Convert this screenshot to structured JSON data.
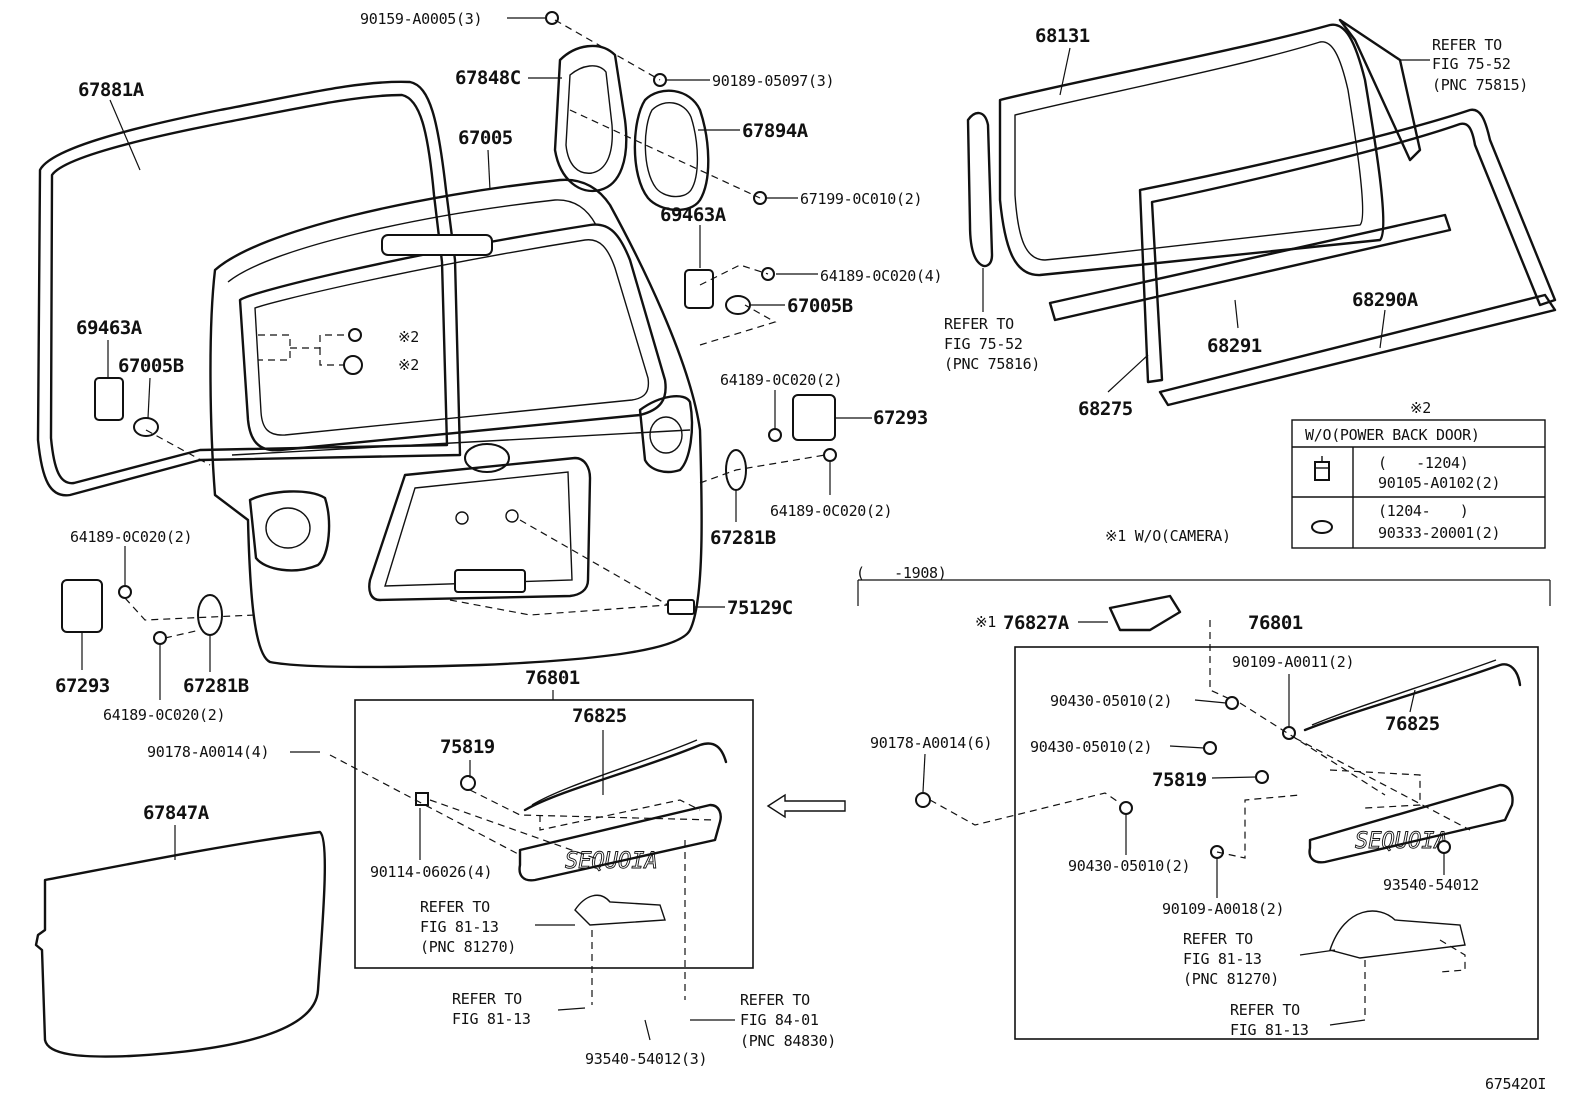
{
  "figure_code": "67542OI",
  "parts": {
    "p_90159": "90159-A0005(3)",
    "p_67848C": "67848C",
    "p_90189": "90189-05097(3)",
    "p_67894A": "67894A",
    "p_67199": "67199-0C010(2)",
    "p_67881A": "67881A",
    "p_67005": "67005",
    "p_69463A_r": "69463A",
    "p_64189_top": "64189-0C020(4)",
    "p_67005B_r": "67005B",
    "p_69463A_l": "69463A",
    "p_67005B_l": "67005B",
    "p_64189_mid": "64189-0C020(2)",
    "p_67293_r": "67293",
    "p_64189_mid2": "64189-0C020(2)",
    "p_67281B_r": "67281B",
    "p_64189_left": "64189-0C020(2)",
    "p_67293_l": "67293",
    "p_67281B_l": "67281B",
    "p_64189_bl": "64189-0C020(2)",
    "p_75129C": "75129C",
    "p_68131": "68131",
    "p_68291": "68291",
    "p_68290A": "68290A",
    "p_68275": "68275",
    "p_76801_l": "76801",
    "p_76825_l": "76825",
    "p_75819_l": "75819",
    "p_90178_l": "90178-A0014(4)",
    "p_90114": "90114-06026(4)",
    "p_67847A": "67847A",
    "p_93540_l": "93540-54012(3)",
    "p_76827A": "76827A",
    "p_76801_r": "76801",
    "p_90109_a": "90109-A0011(2)",
    "p_90430_1": "90430-05010(2)",
    "p_90430_2": "90430-05010(2)",
    "p_76825_r": "76825",
    "p_75819_r": "75819",
    "p_90178_r": "90178-A0014(6)",
    "p_90430_3": "90430-05010(2)",
    "p_93540_r": "93540-54012",
    "p_90109_b": "90109-A0018(2)"
  },
  "marks": {
    "note2": "※2",
    "note1": "※1"
  },
  "refs": {
    "fig7552_top": [
      "REFER TO",
      "FIG 75-52",
      "(PNC 75815)"
    ],
    "fig7552_left": [
      "REFER TO",
      "FIG 75-52",
      "(PNC 75816)"
    ],
    "fig8113_l": [
      "REFER TO",
      "FIG 81-13",
      "(PNC 81270)"
    ],
    "fig8113_lb": [
      "REFER TO",
      "FIG 81-13"
    ],
    "fig8401": [
      "REFER TO",
      "FIG 84-01",
      "(PNC 84830)"
    ],
    "fig8113_r": [
      "REFER TO",
      "FIG 81-13",
      "(PNC 81270)"
    ],
    "fig8113_rb": [
      "REFER TO",
      "FIG 81-13"
    ]
  },
  "notes": {
    "camera": "※1 W/O(CAMERA)",
    "period_bracket": "(　　-1908)"
  },
  "table": {
    "note": "※2",
    "header": "W/O(POWER BACK DOOR)",
    "rows": [
      {
        "icon": "bolt-icon",
        "period": "(　　-1204)",
        "part": "90105-A0102(2)"
      },
      {
        "icon": "oval-plug-icon",
        "period": "(1204-　　)",
        "part": "90333-20001(2)"
      }
    ]
  }
}
